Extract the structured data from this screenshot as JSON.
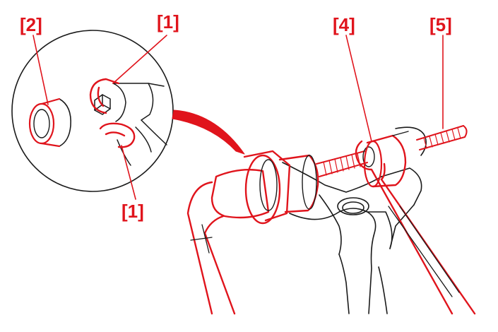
{
  "colors": {
    "callout": "#e0141c",
    "outline": "#1a1a1a",
    "highlight": "#e0141c",
    "background": "#ffffff"
  },
  "callouts": {
    "c1_top": "[1]",
    "c2": "[2]",
    "c1_bottom": "[1]",
    "c4": "[4]",
    "c5": "[5]"
  }
}
